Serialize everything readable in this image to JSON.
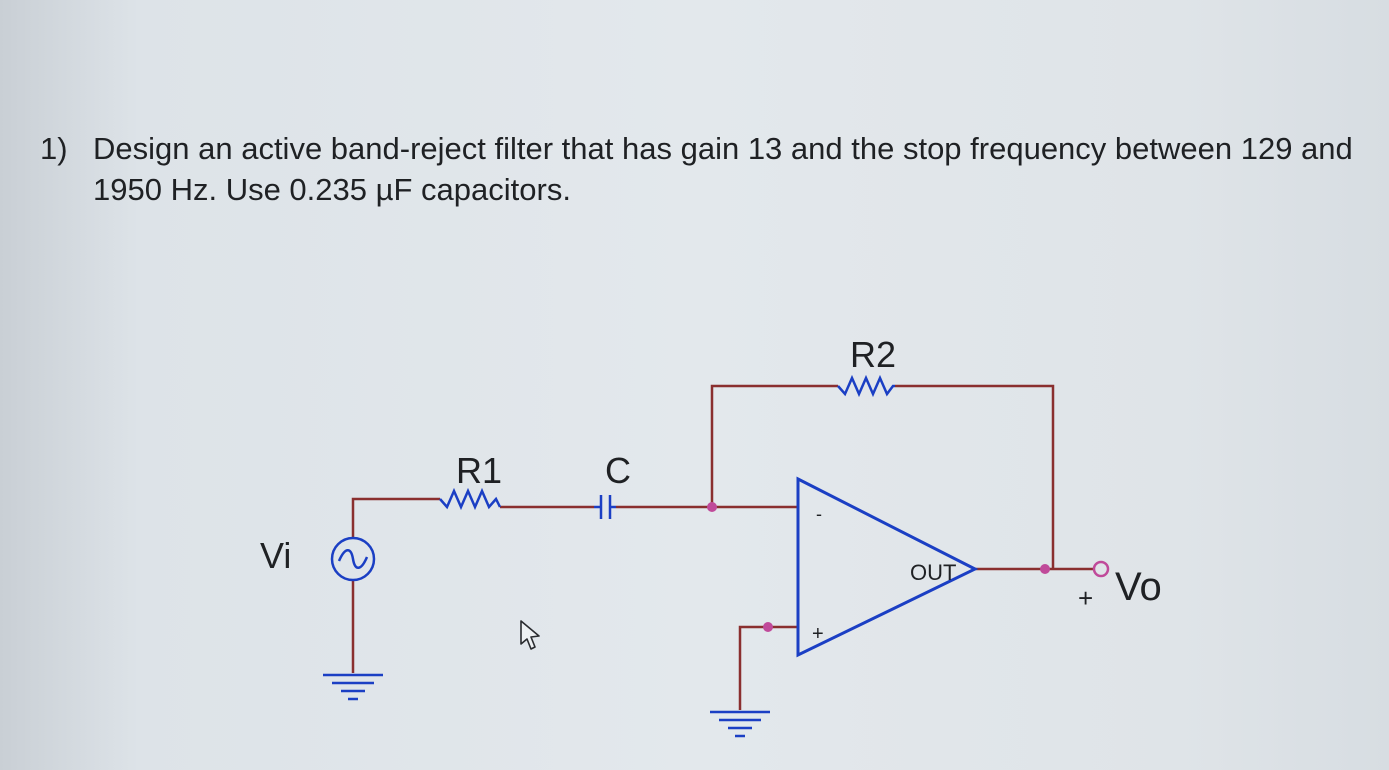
{
  "question": {
    "number": "1)",
    "text": "Design an active band-reject filter that has gain 13 and the stop frequency between 129 and 1950 Hz. Use 0.235 µF capacitors."
  },
  "circuit": {
    "source_label": "Vi",
    "r1_label": "R1",
    "c_label": "C",
    "r2_label": "R2",
    "opamp_minus": "-",
    "opamp_plus": "+",
    "opamp_out": "OUT",
    "output_plus": "+",
    "output_label": "Vo",
    "colors": {
      "wire": "#8a2f2f",
      "component": "#1b3fc4",
      "node": "#c04a9a",
      "text": "#1f2124"
    }
  }
}
